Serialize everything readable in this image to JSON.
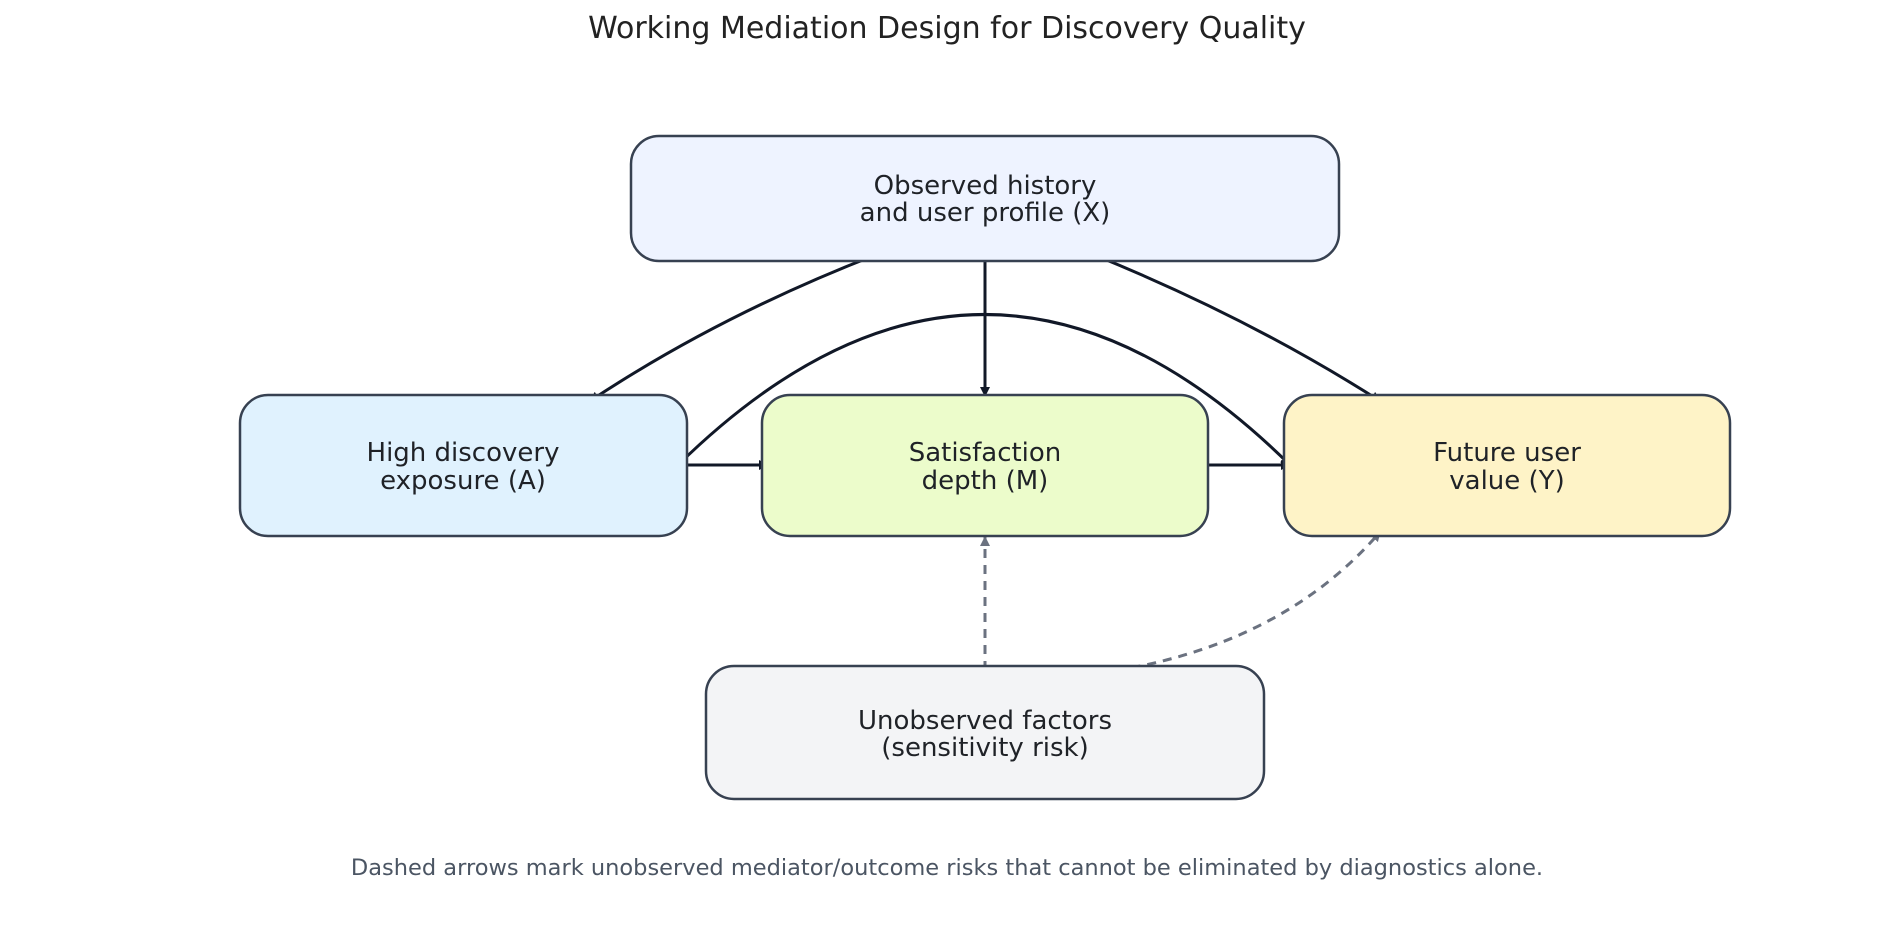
{
  "title": "Working Mediation Design for Discovery Quality",
  "caption": "Dashed arrows mark unobserved mediator/outcome risks that cannot be eliminated by diagnostics alone.",
  "colors": {
    "history_fill": "#eef3ff",
    "exposure_fill": "#e0f2fe",
    "mediator_fill": "#ecfccb",
    "outcome_fill": "#fef3c7",
    "unobserved_fill": "#f3f4f6",
    "solid_edge": "#111827",
    "dashed_edge": "#6b7280"
  },
  "nodes": {
    "history": {
      "line1": "Observed history",
      "line2": "and user profile (X)"
    },
    "exposure": {
      "line1": "High discovery",
      "line2": "exposure (A)"
    },
    "mediator": {
      "line1": "Satisfaction",
      "line2": "depth (M)"
    },
    "outcome": {
      "line1": "Future user",
      "line2": "value (Y)"
    },
    "unobserved": {
      "line1": "Unobserved factors",
      "line2": "(sensitivity risk)"
    }
  },
  "edges": [
    {
      "from": "history",
      "to": "exposure",
      "style": "solid"
    },
    {
      "from": "history",
      "to": "mediator",
      "style": "solid"
    },
    {
      "from": "history",
      "to": "outcome",
      "style": "solid"
    },
    {
      "from": "exposure",
      "to": "mediator",
      "style": "solid"
    },
    {
      "from": "mediator",
      "to": "outcome",
      "style": "solid"
    },
    {
      "from": "exposure",
      "to": "outcome",
      "style": "solid"
    },
    {
      "from": "unobserved",
      "to": "mediator",
      "style": "dashed"
    },
    {
      "from": "unobserved",
      "to": "outcome",
      "style": "dashed"
    }
  ]
}
